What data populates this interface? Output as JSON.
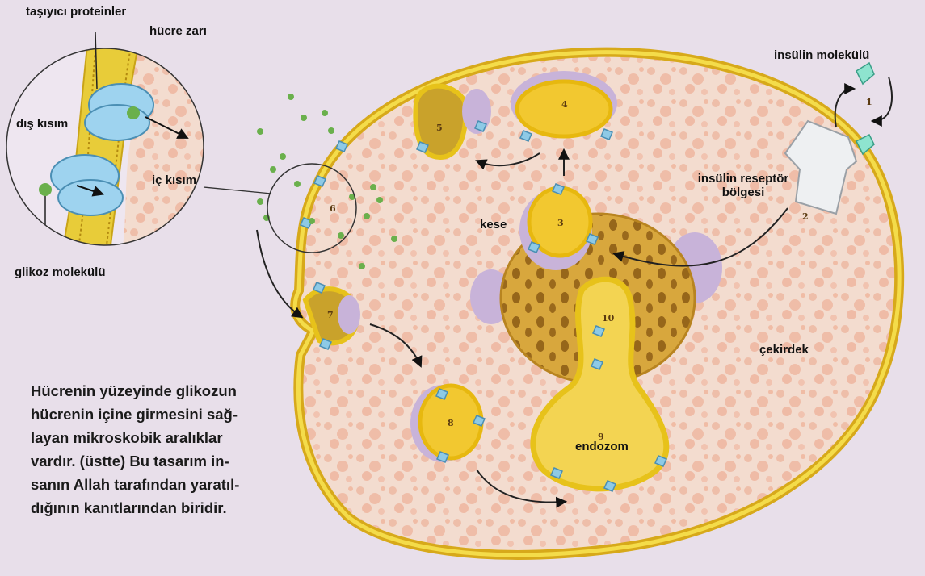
{
  "colors": {
    "background": "#e8dfea",
    "membrane": "#e7c21a",
    "cytoplasm": "#f3d8cc",
    "nucleus": "#d9a83a",
    "vesicle_fill": "#f2c830",
    "receptor_blue": "#8ecae6",
    "glucose_green": "#6ab04c",
    "vesicle_purple": "#c8b3d9"
  },
  "labels": {
    "transport_proteins": "taşıyıcı proteinler",
    "cell_membrane": "hücre zarı",
    "outer_side": "dış kısım",
    "inner_side": "iç kısım",
    "glucose_molecule": "glikoz molekülü",
    "insulin_molecule": "insülin molekülü",
    "insulin_receptor_line1": "insülin reseptör",
    "insulin_receptor_line2": "bölgesi",
    "vesicle": "kese",
    "nucleus": "çekirdek",
    "endosome": "endozom"
  },
  "numbers": [
    "1",
    "2",
    "3",
    "4",
    "5",
    "6",
    "7",
    "8",
    "9",
    "10"
  ],
  "caption": [
    "Hücrenin yüzeyinde glikozun",
    "hücrenin içine girmesini sağ-",
    "layan mikroskobik aralıklar",
    "vardır. (üstte) Bu tasarım in-",
    "sanın Allah tarafından yaratıl-",
    "dığının kanıtlarından biridir."
  ]
}
